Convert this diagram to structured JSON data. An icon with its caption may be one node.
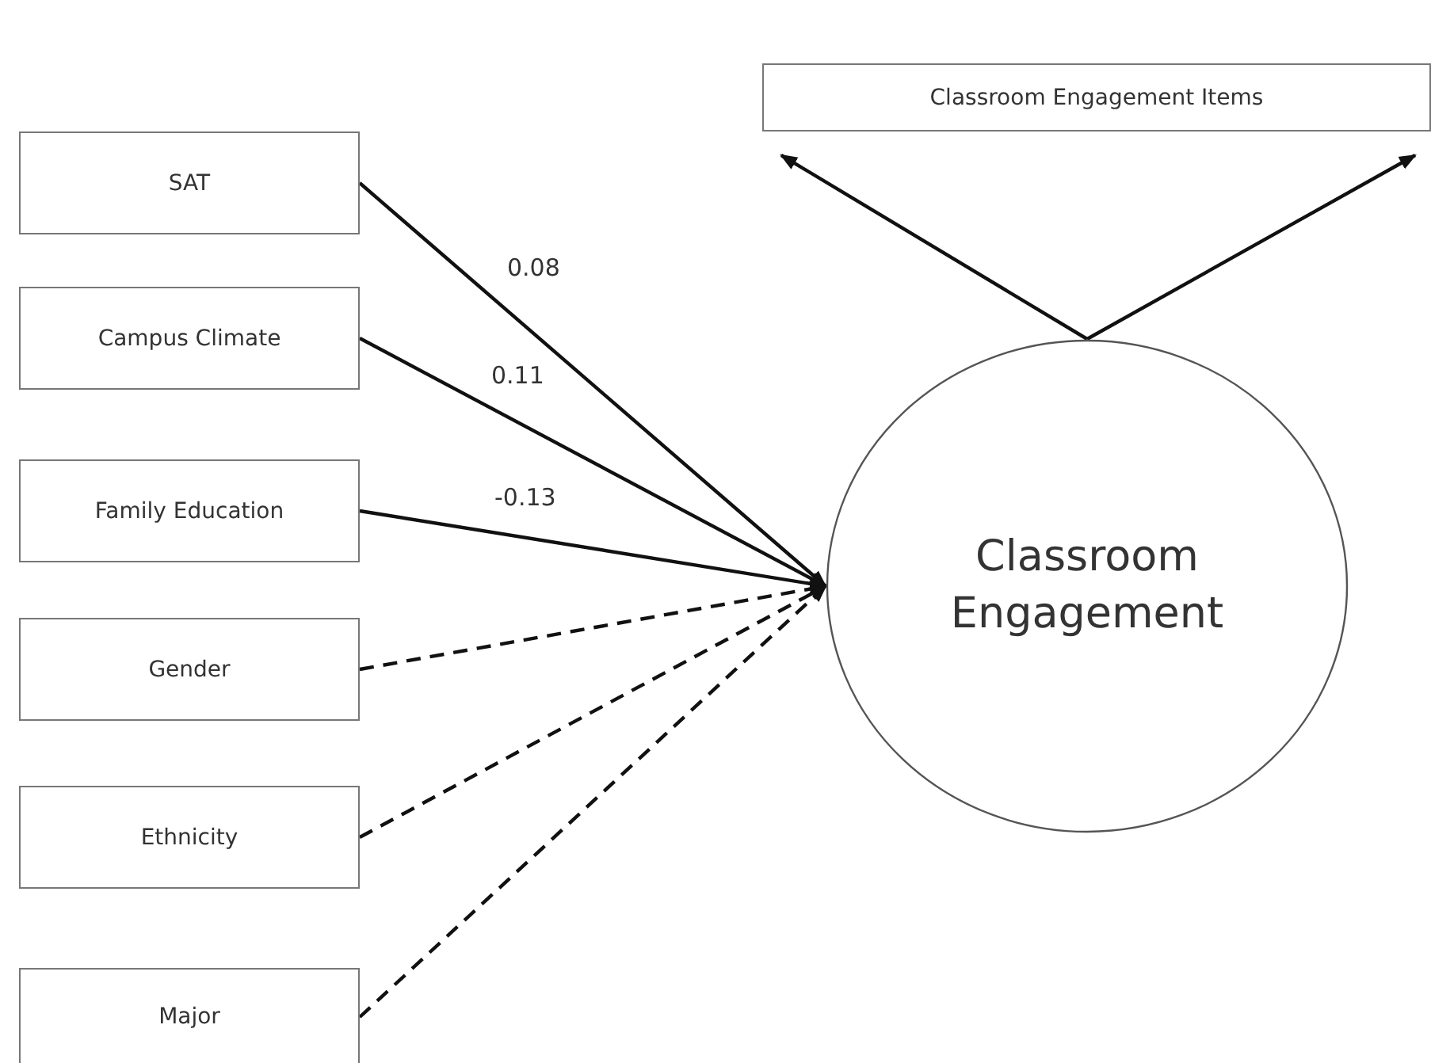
{
  "diagram": {
    "nodes": [
      {
        "text": [
          "Classroom Engagement Items"
        ]
      },
      {
        "text": [
          "SAT"
        ]
      },
      {
        "text": [
          "Campus Climate"
        ]
      },
      {
        "text": [
          "Family Education"
        ]
      },
      {
        "text": [
          "Gender"
        ]
      },
      {
        "text": [
          "Ethnicity"
        ]
      },
      {
        "text": [
          "Major"
        ]
      },
      {
        "text": [
          "Classroom Engagement"
        ]
      }
    ],
    "edges": [
      {
        "from": 1,
        "to": 7,
        "arrow": "to",
        "label": "0.08"
      },
      {
        "from": 2,
        "to": 7,
        "arrow": "to",
        "label": "0.11"
      },
      {
        "from": 3,
        "to": 7,
        "arrow": "to",
        "label": "-0.13"
      },
      {
        "from": 4,
        "to": 7,
        "arrow": "to",
        "style": "dashed"
      },
      {
        "from": 5,
        "to": 7,
        "arrow": "to",
        "style": "dashed"
      },
      {
        "from": 6,
        "to": 7,
        "arrow": "to",
        "style": "dashed"
      },
      {
        "from": 7,
        "to": 0,
        "arrow": "to"
      },
      {
        "from": 7,
        "to": 0,
        "arrow": "to"
      }
    ]
  }
}
